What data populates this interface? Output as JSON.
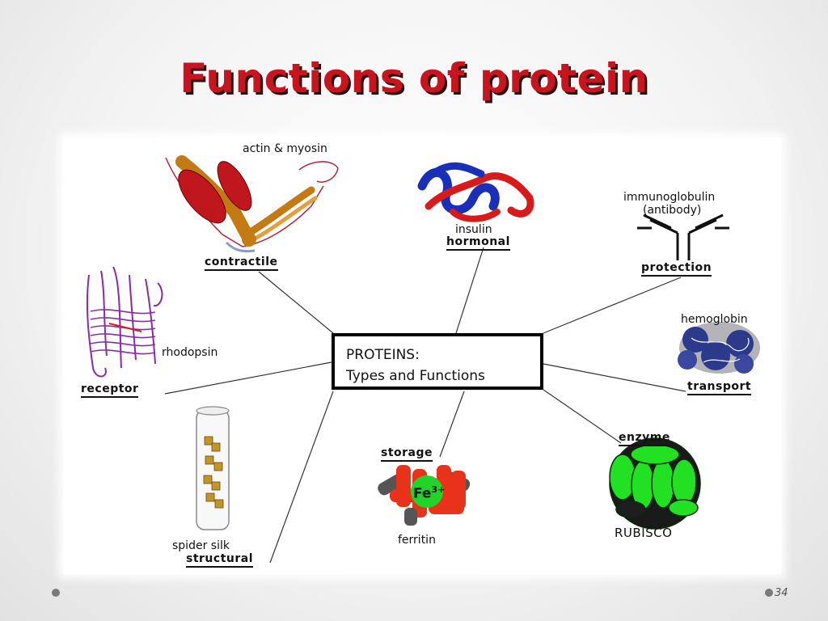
{
  "slide": {
    "title": "Functions of protein",
    "page_number": "34"
  },
  "center": {
    "line1": "PROTEINS:",
    "line2": "Types and Functions"
  },
  "labels": {
    "actin": "actin & myosin",
    "contractile": "contractile",
    "insulin": "insulin",
    "hormonal": "hormonal",
    "immunoglobulin": "immunoglobulin",
    "antibody": "(antibody)",
    "protection": "protection",
    "rhodopsin": "rhodopsin",
    "receptor": "receptor",
    "hemoglobin": "hemoglobin",
    "transport": "transport",
    "spider_silk": "spider silk",
    "structural": "structural",
    "storage": "storage",
    "fe": "Fe",
    "fe_charge": "3+",
    "ferritin": "ferritin",
    "enzyme": "enzyme",
    "rubisco": "RUBISCO"
  },
  "colors": {
    "title_red": "#c8141e",
    "muscle_red": "#c0161e",
    "bone_orange": "#c47a12",
    "insulin_blue": "#1a2fb8",
    "insulin_red": "#d81a1a",
    "rhodopsin_purple": "#8a2aa8",
    "hemoglobin_blue": "#2c3a8c",
    "ferritin_red": "#e8321a",
    "iron_green": "#22d42a",
    "rubisco_green": "#22e022"
  }
}
